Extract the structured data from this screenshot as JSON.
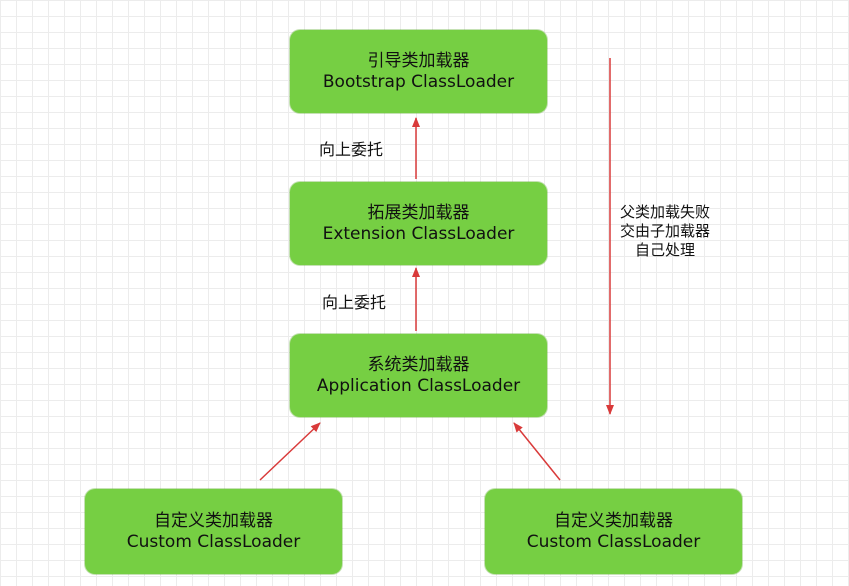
{
  "colors": {
    "box_fill": "#76cf43",
    "arrow": "#d93a3a",
    "grid": "#ececec"
  },
  "nodes": {
    "bootstrap": {
      "cn": "引导类加载器",
      "en": "Bootstrap ClassLoader"
    },
    "extension": {
      "cn": "拓展类加载器",
      "en": "Extension ClassLoader"
    },
    "application": {
      "cn": "系统类加载器",
      "en": "Application ClassLoader"
    },
    "custom_left": {
      "cn": "自定义类加载器",
      "en": "Custom ClassLoader"
    },
    "custom_right": {
      "cn": "自定义类加载器",
      "en": "Custom ClassLoader"
    }
  },
  "edges": {
    "delegate_label_1": "向上委托",
    "delegate_label_2": "向上委托"
  },
  "side_note": {
    "lines": [
      "父类加载失败",
      "交由子加载器",
      "自己处理"
    ]
  }
}
